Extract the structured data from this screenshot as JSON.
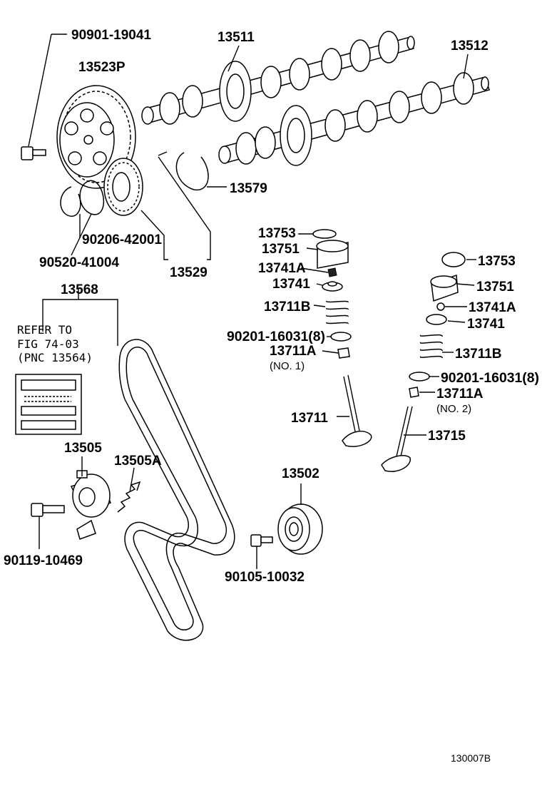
{
  "labels": {
    "p90901": "90901-19041",
    "p13523P": "13523P",
    "p13511": "13511",
    "p13512": "13512",
    "p13579": "13579",
    "p90206": "90206-42001",
    "p90520": "90520-41004",
    "p13529": "13529",
    "p13568": "13568",
    "p13753a": "13753",
    "p13751a": "13751",
    "p13741Aa": "13741A",
    "p13741a": "13741",
    "p13711Ba": "13711B",
    "p90201a": "90201-16031(8)",
    "p13711Aa": "13711A",
    "no1": "(NO. 1)",
    "p13711": "13711",
    "p13753b": "13753",
    "p13751b": "13751",
    "p13741Ab": "13741A",
    "p13741b": "13741",
    "p13711Bb": "13711B",
    "p90201b": "90201-16031(8)",
    "p13711Ab": "13711A",
    "no2": "(NO. 2)",
    "p13715": "13715",
    "p13505": "13505",
    "p13505A": "13505A",
    "p13502": "13502",
    "p90119": "90119-10469",
    "p90105": "90105-10032"
  },
  "reference": {
    "line1": "REFER TO",
    "line2": "FIG 74-03",
    "line3": "(PNC 13564)"
  },
  "figure_code": "130007B"
}
